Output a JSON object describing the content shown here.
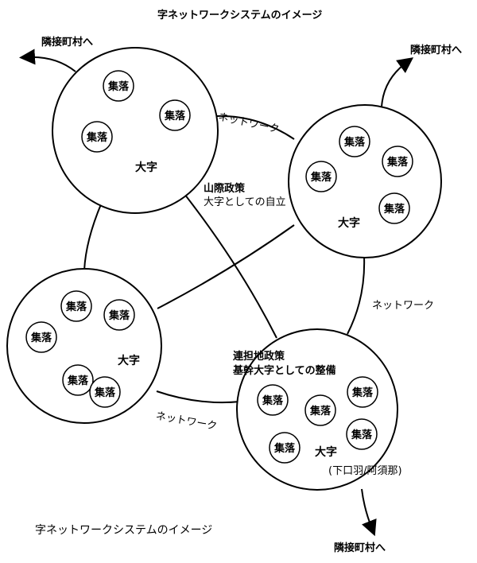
{
  "header_title": "字ネットワークシステムのイメージ",
  "footer_title": "字ネットワークシステムのイメージ",
  "ooaza_labels": [
    "大字",
    "大字",
    "大字",
    "大字"
  ],
  "settlement_label": "集落",
  "neighbor_label": "隣接町村へ",
  "network_label": "ネットワーク",
  "center_policy": {
    "title": "山際政策",
    "subtitle": "大字としての自立"
  },
  "hub_policy": {
    "title": "連担地政策",
    "subtitle": "基幹大字としての整備"
  },
  "hub_name": "(下口羽/阿須那)",
  "colors": {
    "line": "#000000",
    "background": "#ffffff"
  }
}
